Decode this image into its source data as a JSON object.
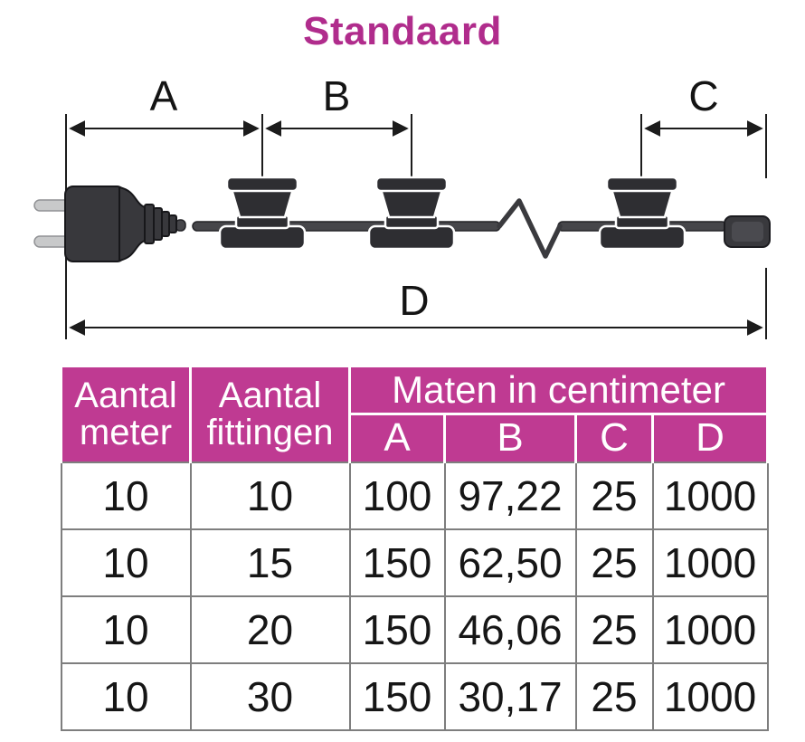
{
  "title": "Standaard",
  "colors": {
    "accent_magenta": "#bf3a92",
    "title_magenta": "#b02c8c",
    "table_border_gray": "#7e7e7e",
    "diagram_dark": "#2e2e32"
  },
  "diagram": {
    "dim_a": "A",
    "dim_b": "B",
    "dim_c": "C",
    "dim_d": "D"
  },
  "table": {
    "headers": {
      "meter": "Aantal meter",
      "fittingen": "Aantal fittingen",
      "maten": "Maten in centimeter",
      "sub": [
        "A",
        "B",
        "C",
        "D"
      ]
    },
    "rows": [
      [
        "10",
        "10",
        "100",
        "97,22",
        "25",
        "1000"
      ],
      [
        "10",
        "15",
        "150",
        "62,50",
        "25",
        "1000"
      ],
      [
        "10",
        "20",
        "150",
        "46,06",
        "25",
        "1000"
      ],
      [
        "10",
        "30",
        "150",
        "30,17",
        "25",
        "1000"
      ]
    ]
  }
}
